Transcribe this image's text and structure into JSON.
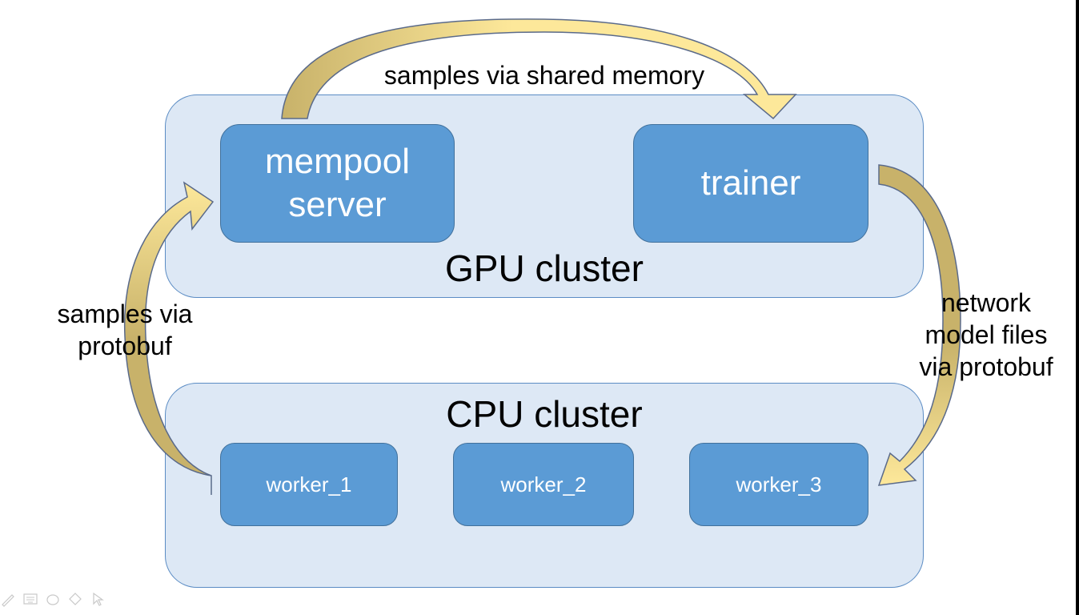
{
  "gpu_cluster": {
    "title": "GPU cluster"
  },
  "cpu_cluster": {
    "title": "CPU cluster"
  },
  "nodes": {
    "mempool_server": "mempool\nserver",
    "trainer": "trainer",
    "worker_1": "worker_1",
    "worker_2": "worker_2",
    "worker_3": "worker_3"
  },
  "edges": {
    "shared_memory": "samples via shared memory",
    "protobuf_samples": "samples via\nprotobuf",
    "model_files": "network\nmodel files\nvia protobuf"
  },
  "colors": {
    "cluster_fill": "#dde8f5",
    "node_fill": "#5b9bd5",
    "arrow_fill_light": "#fde89a",
    "arrow_fill_dark": "#c8b26a"
  },
  "toolbar": {
    "icons": [
      "pen-icon",
      "keyboard-icon",
      "circle-icon",
      "eraser-icon",
      "pointer-icon"
    ]
  }
}
